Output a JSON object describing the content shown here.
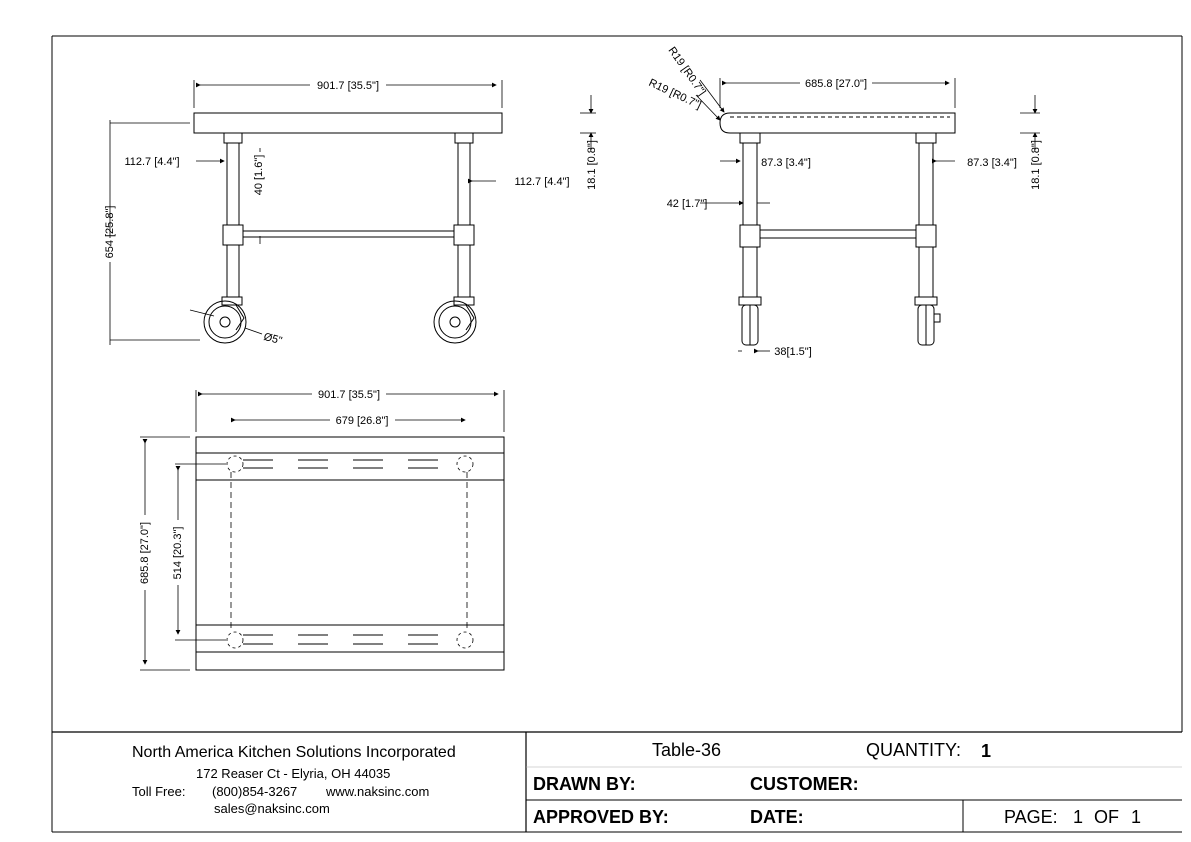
{
  "front_view": {
    "overall_width": "901.7 [35.5\"]",
    "leg_offset_left": "112.7 [4.4\"]",
    "leg_offset_right": "112.7 [4.4\"]",
    "rail_height": "40 [1.6\"]",
    "overall_height": "654 [25.8\"]",
    "top_thickness": "18.1 [0.8\"]",
    "caster_diameter": "Ø5\""
  },
  "side_view": {
    "radius_top": "R19 [R0.7\"]",
    "radius_bottom": "R19 [R0.7\"]",
    "overall_depth": "685.8 [27.0\"]",
    "leg_offset_left": "87.3 [3.4\"]",
    "leg_offset_right": "87.3 [3.4\"]",
    "leg_size": "42 [1.7\"]",
    "top_thickness": "18.1 [0.8\"]",
    "caster_width": "38[1.5\"]"
  },
  "top_view": {
    "overall_width": "901.7 [35.5\"]",
    "leg_spacing_width": "679 [26.8\"]",
    "overall_depth": "685.8 [27.0\"]",
    "leg_spacing_depth": "514 [20.3\"]"
  },
  "title_block": {
    "company_name": "North America Kitchen Solutions Incorporated",
    "address": "172 Reaser Ct - Elyria, OH 44035",
    "toll_free_label": "Toll Free:",
    "phone": "(800)854-3267",
    "website": "www.naksinc.com",
    "email": "sales@naksinc.com",
    "part_name": "Table-36",
    "quantity_label": "QUANTITY:",
    "quantity_value": "1",
    "drawn_by_label": "DRAWN BY:",
    "customer_label": "CUSTOMER:",
    "approved_by_label": "APPROVED BY:",
    "date_label": "DATE:",
    "page_label": "PAGE:",
    "page_current": "1",
    "page_of_label": "OF",
    "page_total": "1"
  }
}
